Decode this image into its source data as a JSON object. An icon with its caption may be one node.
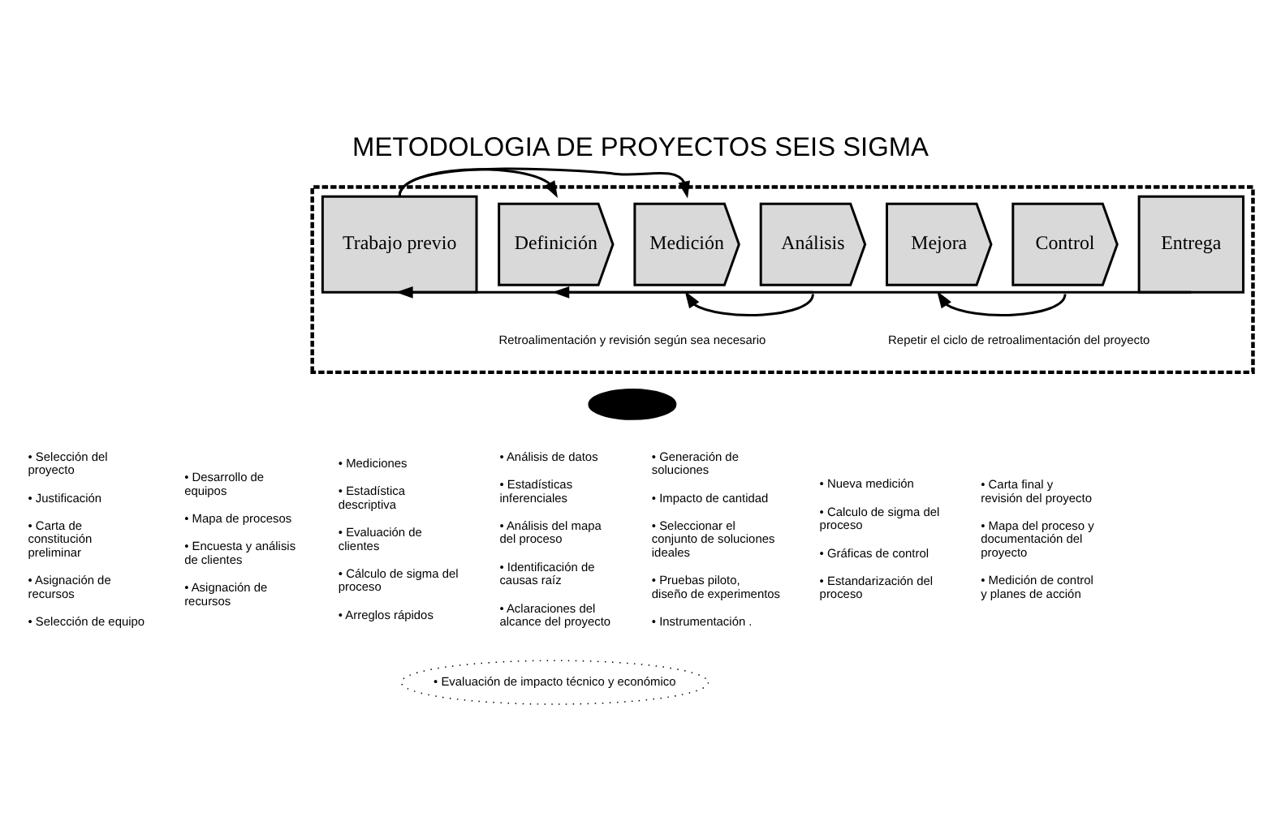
{
  "diagram": {
    "title": "METODOLOGIA DE PROYECTOS SEIS SIGMA",
    "nodes": [
      {
        "text": [],
        "shape": "box"
      },
      {
        "text": [
          "Trabajo previo"
        ],
        "in": 0,
        "beside": [
          "• Selección del proyecto",
          "• Justificación",
          "• Carta de constitución preliminar",
          "• Asignación de recursos",
          "• Selección de equipo"
        ]
      },
      {
        "text": [
          "Definición"
        ],
        "in": 0,
        "beside": [
          "• Desarrollo de equipos",
          "• Mapa de procesos",
          "• Encuesta y análisis de clientes",
          "• Asignación de recursos"
        ]
      },
      {
        "text": [
          "Medición"
        ],
        "in": 0,
        "beside": [
          "• Mediciones",
          "• Estadística descriptiva",
          "• Evaluación de clientes",
          "• Cálculo de sigma del proceso",
          "• Arreglos rápidos"
        ]
      },
      {
        "text": [
          "Análisis"
        ],
        "in": 0,
        "beside": [
          "• Análisis de datos",
          "• Estadísticas inferenciales",
          "• Análisis del mapa del proceso",
          "• Identificación de causas raíz",
          "• Aclaraciones del alcance del proyecto"
        ]
      },
      {
        "text": [
          "Mejora"
        ],
        "in": 0,
        "beside": [
          "• Generación de soluciones",
          "• Impacto de cantidad",
          "• Seleccionar el conjunto de soluciones ideales",
          "• Pruebas piloto, diseño de experimentos",
          "• Instrumentación ."
        ]
      },
      {
        "text": [
          "Control"
        ],
        "in": 0,
        "beside": [
          "• Nueva medición",
          "• Calculo de sigma del proceso",
          "• Gráficas de control",
          "• Estandarización del proceso"
        ]
      },
      {
        "text": [
          "Entrega"
        ],
        "in": 0,
        "beside": [
          "• Carta final y revisión del proyecto",
          "• Mapa del proceso y documentación del proyecto",
          "• Medición de control y planes de acción"
        ]
      },
      {
        "text": [],
        "shape": "ellipse"
      },
      {
        "text": [
          "• Evaluación de impacto técnico y económico"
        ]
      }
    ],
    "edges": [
      {
        "from": 1,
        "to": 2,
        "arrow": "to"
      },
      {
        "from": 1,
        "to": 3,
        "arrow": "to"
      },
      {
        "from": 4,
        "to": 3,
        "arrow": "to"
      },
      {
        "from": 4,
        "to": 2,
        "arrow": "to"
      },
      {
        "from": 6,
        "to": 5,
        "arrow": "to"
      },
      {
        "from": 7,
        "to": 1,
        "arrow": "to"
      }
    ],
    "labels": [
      "Retroalimentación y revisión según sea necesario",
      "Repetir el ciclo de retroalimentación del proyecto"
    ]
  }
}
